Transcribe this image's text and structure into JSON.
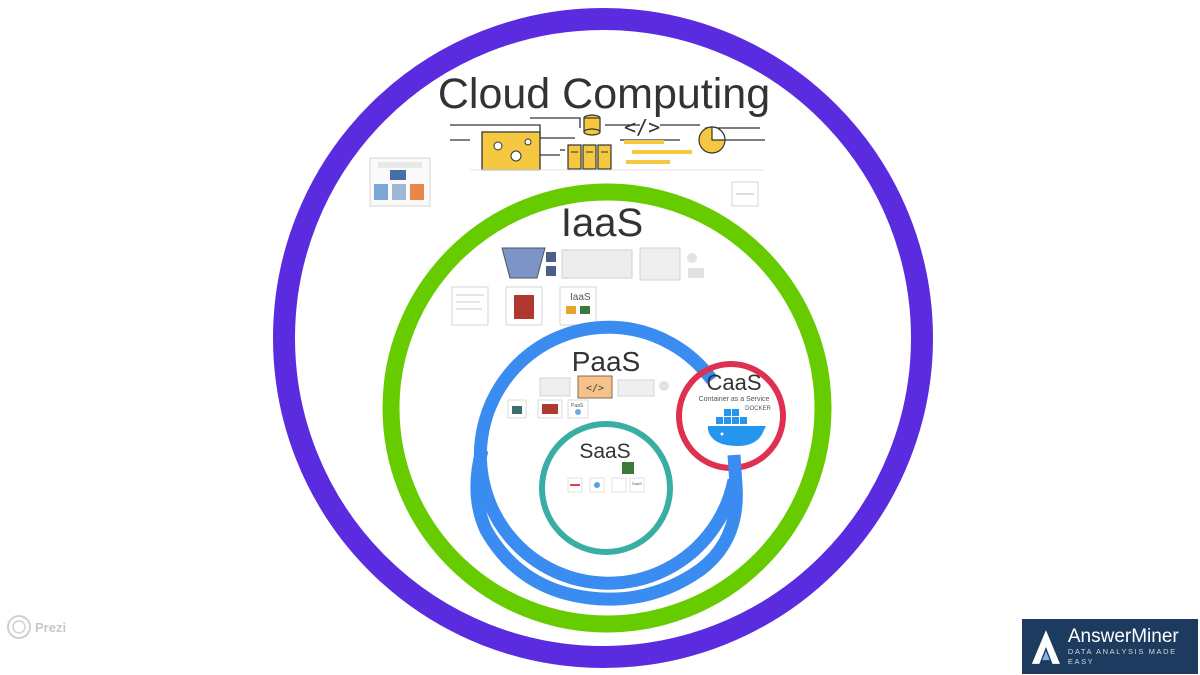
{
  "diagram": {
    "title": "Cloud Computing",
    "rings": {
      "iaas": {
        "label": "IaaS",
        "color": "#66cc00"
      },
      "paas": {
        "label": "PaaS",
        "color": "#3b8cf0"
      },
      "saas": {
        "label": "SaaS",
        "color": "#3aaea5"
      },
      "caas": {
        "label": "CaaS",
        "subtitle": "Container as a Service",
        "badge": "DOCKER",
        "color": "#e0304f"
      }
    },
    "outer_ring_color": "#5b2be0",
    "thumbnails": {
      "iaas_small_label": "IaaS",
      "paas_small_label": "PaaS",
      "saas_small_label": "SaaS"
    }
  },
  "brand": {
    "name": "AnswerMiner",
    "tagline": "DATA ANALYSIS MADE EASY",
    "color": "#1d3a5f"
  },
  "watermark": {
    "label": "Prezi"
  }
}
